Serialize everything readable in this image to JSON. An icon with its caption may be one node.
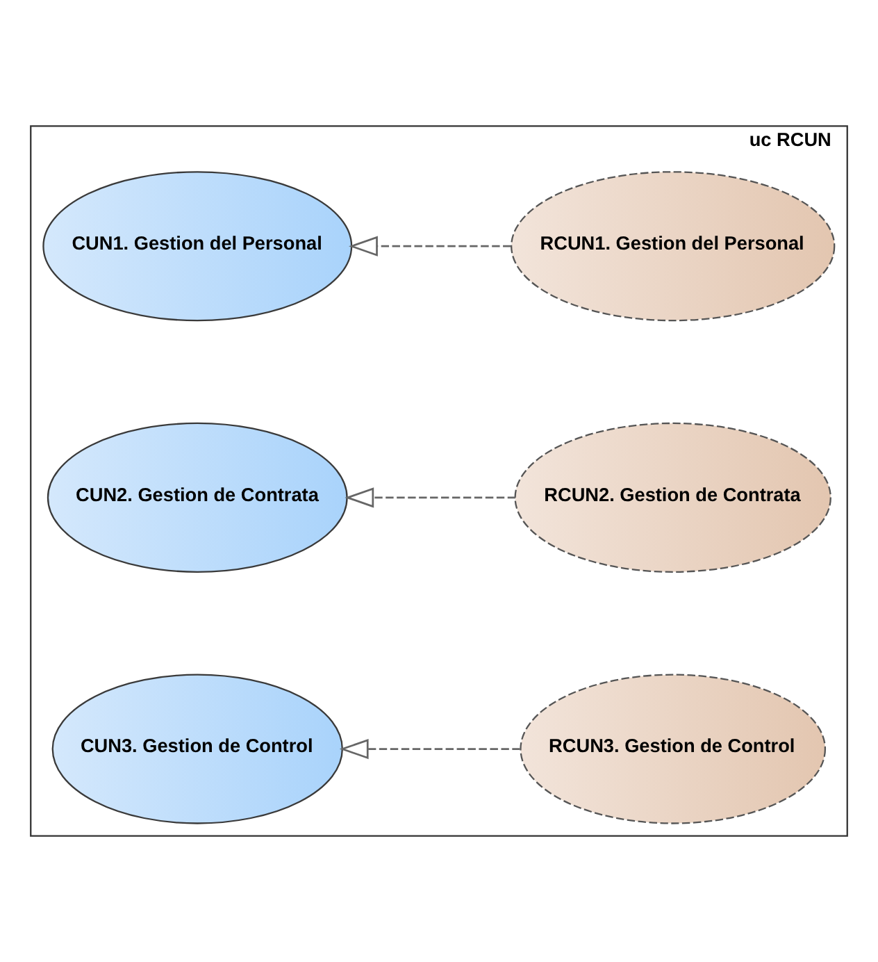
{
  "diagram": {
    "nodes": [
      {
        "text": [
          "uc RCUN"
        ]
      },
      {
        "text": [
          "CUN1. Gestion del Personal"
        ],
        "in": 0
      },
      {
        "text": [
          "RCUN1. Gestion del Personal"
        ],
        "in": 0
      },
      {
        "text": [
          "CUN2. Gestion de Contrata"
        ],
        "in": 0
      },
      {
        "text": [
          "RCUN2. Gestion de Contrata"
        ],
        "in": 0
      },
      {
        "text": [
          "CUN3. Gestion de Control"
        ],
        "in": 0
      },
      {
        "text": [
          "RCUN3. Gestion de Control"
        ],
        "in": 0
      }
    ],
    "edges": [
      {
        "from": 2,
        "to": 1,
        "arrow": "to",
        "style": "dashed"
      },
      {
        "from": 4,
        "to": 3,
        "arrow": "to",
        "style": "dashed"
      },
      {
        "from": 6,
        "to": 5,
        "arrow": "to",
        "style": "dashed"
      }
    ]
  }
}
